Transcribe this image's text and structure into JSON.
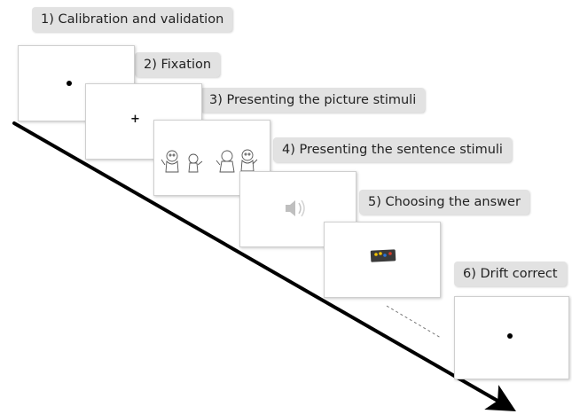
{
  "steps": [
    {
      "label": "1) Calibration and validation",
      "stimulus": "dot"
    },
    {
      "label": "2) Fixation",
      "stimulus": "cross"
    },
    {
      "label": "3) Presenting the picture stimuli",
      "stimulus": "picture-pair"
    },
    {
      "label": "4) Presenting the sentence stimuli",
      "stimulus": "speaker"
    },
    {
      "label": "5) Choosing the answer",
      "stimulus": "button-box"
    },
    {
      "label": "6) Drift correct",
      "stimulus": "dot"
    }
  ],
  "fixation_symbol": "+",
  "colors": {
    "label_bg": "#e2e2e2",
    "arrow": "#000000",
    "button_box": "#3a3a3a",
    "button_yellow": "#f2c200",
    "button_blue": "#2a73d9",
    "button_red": "#d93a2a"
  }
}
